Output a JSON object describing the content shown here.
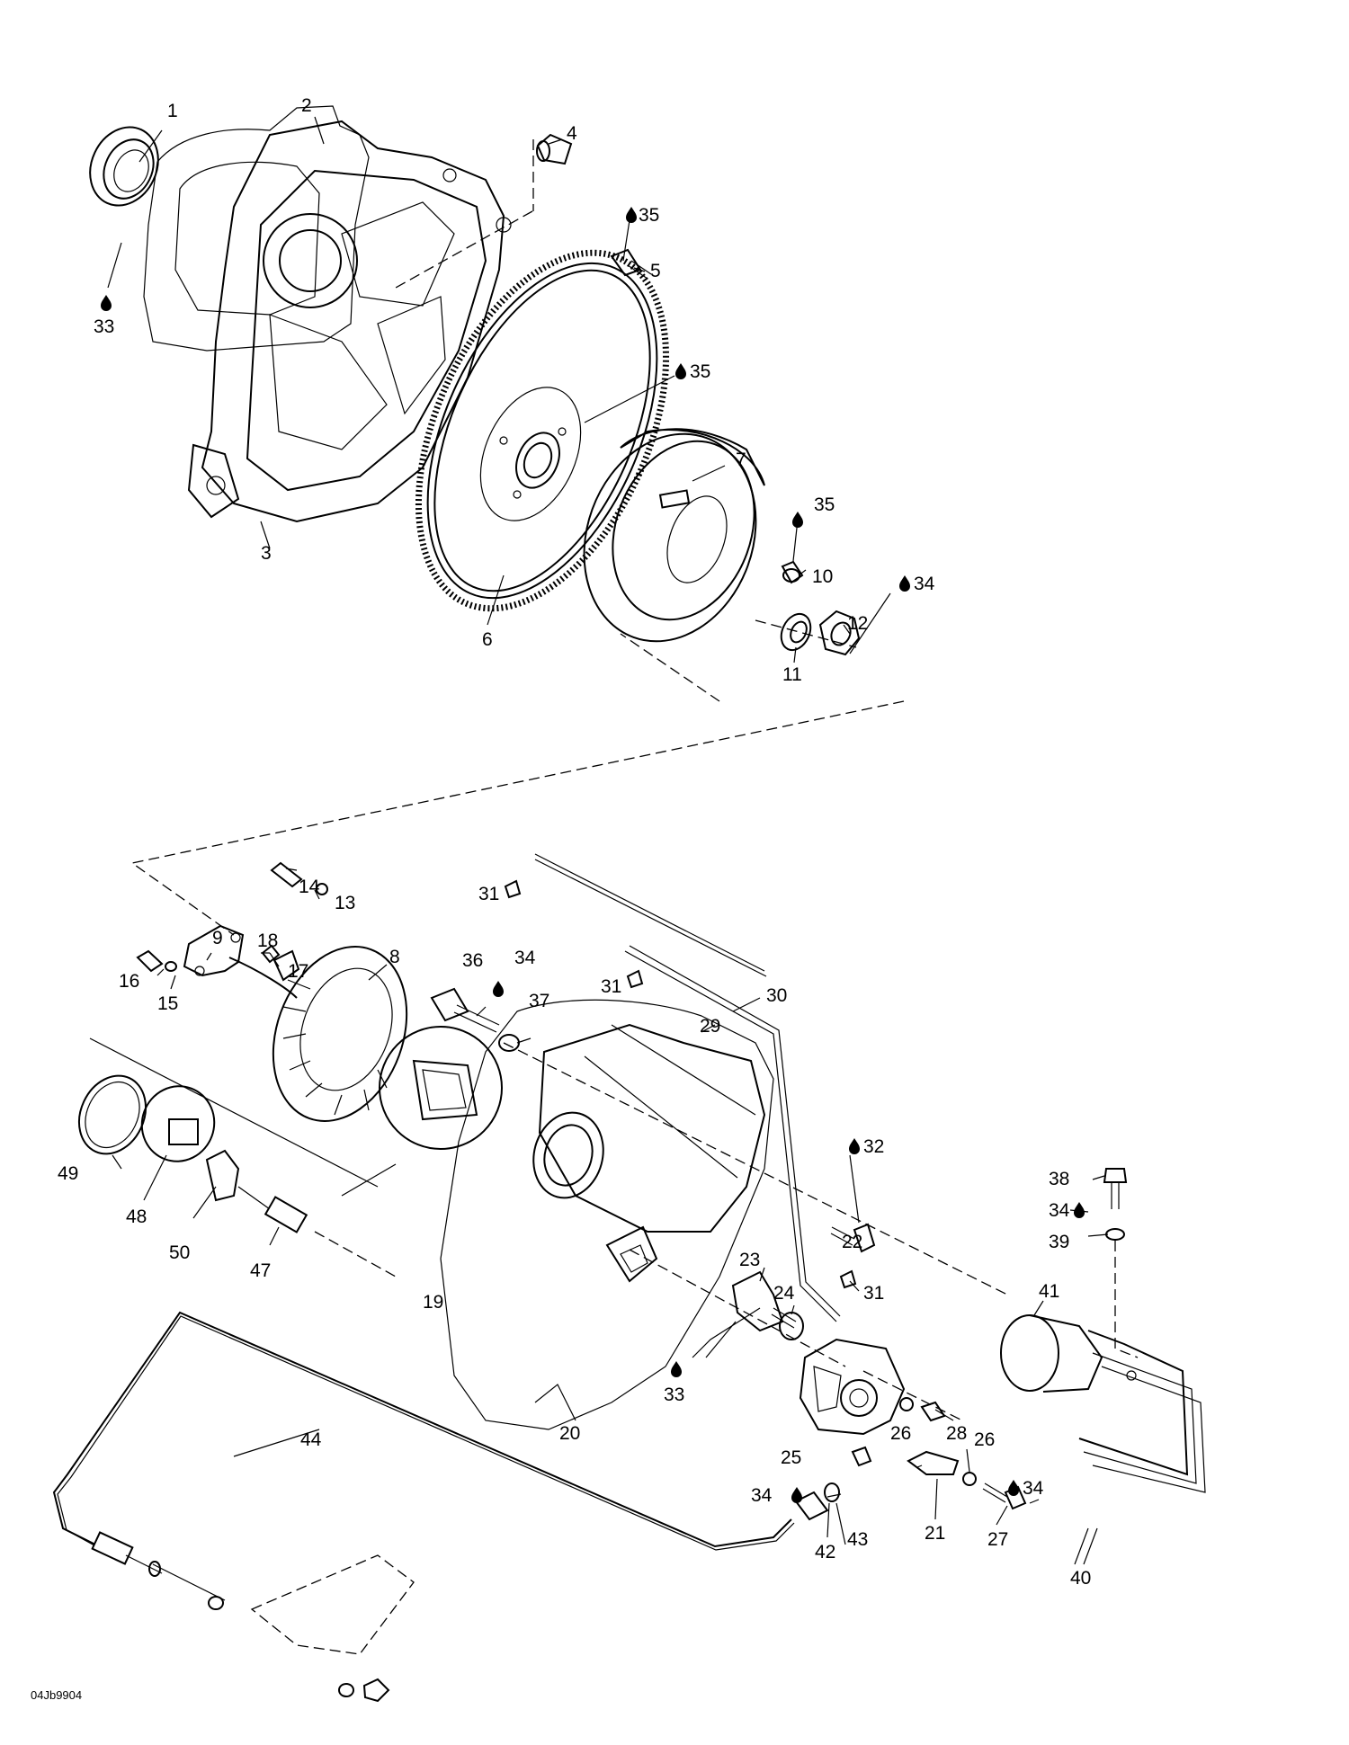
{
  "figure_code": "04Jb9904",
  "callouts": [
    {
      "n": "1",
      "num": "1",
      "drop": false
    },
    {
      "n": "2",
      "num": "2",
      "drop": false
    },
    {
      "n": "3",
      "num": "3",
      "drop": false
    },
    {
      "n": "4",
      "num": "4",
      "drop": false
    },
    {
      "n": "5",
      "num": "5",
      "drop": false
    },
    {
      "n": "35a",
      "num": "35",
      "drop": true
    },
    {
      "n": "33a",
      "num": "33",
      "drop": true
    },
    {
      "n": "35b",
      "num": "35",
      "drop": true
    },
    {
      "n": "6",
      "num": "6",
      "drop": false
    },
    {
      "n": "7",
      "num": "7",
      "drop": false
    },
    {
      "n": "35c",
      "num": "35",
      "drop": true
    },
    {
      "n": "10",
      "num": "10",
      "drop": false
    },
    {
      "n": "34a",
      "num": "34",
      "drop": true
    },
    {
      "n": "12",
      "num": "12",
      "drop": false
    },
    {
      "n": "11",
      "num": "11",
      "drop": false
    },
    {
      "n": "31a",
      "num": "31",
      "drop": false
    },
    {
      "n": "14",
      "num": "14",
      "drop": false
    },
    {
      "n": "13",
      "num": "13",
      "drop": false
    },
    {
      "n": "9",
      "num": "9",
      "drop": false
    },
    {
      "n": "18",
      "num": "18",
      "drop": false
    },
    {
      "n": "17",
      "num": "17",
      "drop": false
    },
    {
      "n": "8",
      "num": "8",
      "drop": false
    },
    {
      "n": "36",
      "num": "36",
      "drop": false
    },
    {
      "n": "34b",
      "num": "34",
      "drop": true
    },
    {
      "n": "16",
      "num": "16",
      "drop": false
    },
    {
      "n": "15",
      "num": "15",
      "drop": false
    },
    {
      "n": "31b",
      "num": "31",
      "drop": false
    },
    {
      "n": "30",
      "num": "30",
      "drop": false
    },
    {
      "n": "37",
      "num": "37",
      "drop": false
    },
    {
      "n": "29",
      "num": "29",
      "drop": false
    },
    {
      "n": "32",
      "num": "32",
      "drop": true
    },
    {
      "n": "49",
      "num": "49",
      "drop": false
    },
    {
      "n": "48",
      "num": "48",
      "drop": false
    },
    {
      "n": "22",
      "num": "22",
      "drop": false
    },
    {
      "n": "38",
      "num": "38",
      "drop": false
    },
    {
      "n": "34c",
      "num": "34",
      "drop": true
    },
    {
      "n": "39",
      "num": "39",
      "drop": false
    },
    {
      "n": "50",
      "num": "50",
      "drop": false
    },
    {
      "n": "47",
      "num": "47",
      "drop": false
    },
    {
      "n": "23",
      "num": "23",
      "drop": false
    },
    {
      "n": "19",
      "num": "19",
      "drop": false
    },
    {
      "n": "24",
      "num": "24",
      "drop": false
    },
    {
      "n": "31c",
      "num": "31",
      "drop": false
    },
    {
      "n": "41",
      "num": "41",
      "drop": false
    },
    {
      "n": "44",
      "num": "44",
      "drop": false
    },
    {
      "n": "33b",
      "num": "33",
      "drop": true
    },
    {
      "n": "20",
      "num": "20",
      "drop": false
    },
    {
      "n": "26a",
      "num": "26",
      "drop": false
    },
    {
      "n": "28",
      "num": "28",
      "drop": false
    },
    {
      "n": "25",
      "num": "25",
      "drop": false
    },
    {
      "n": "26b",
      "num": "26",
      "drop": false
    },
    {
      "n": "34d",
      "num": "34",
      "drop": true
    },
    {
      "n": "34e",
      "num": "34",
      "drop": true
    },
    {
      "n": "21",
      "num": "21",
      "drop": false
    },
    {
      "n": "27",
      "num": "27",
      "drop": false
    },
    {
      "n": "42",
      "num": "42",
      "drop": false
    },
    {
      "n": "43",
      "num": "43",
      "drop": false
    },
    {
      "n": "40",
      "num": "40",
      "drop": false
    }
  ]
}
